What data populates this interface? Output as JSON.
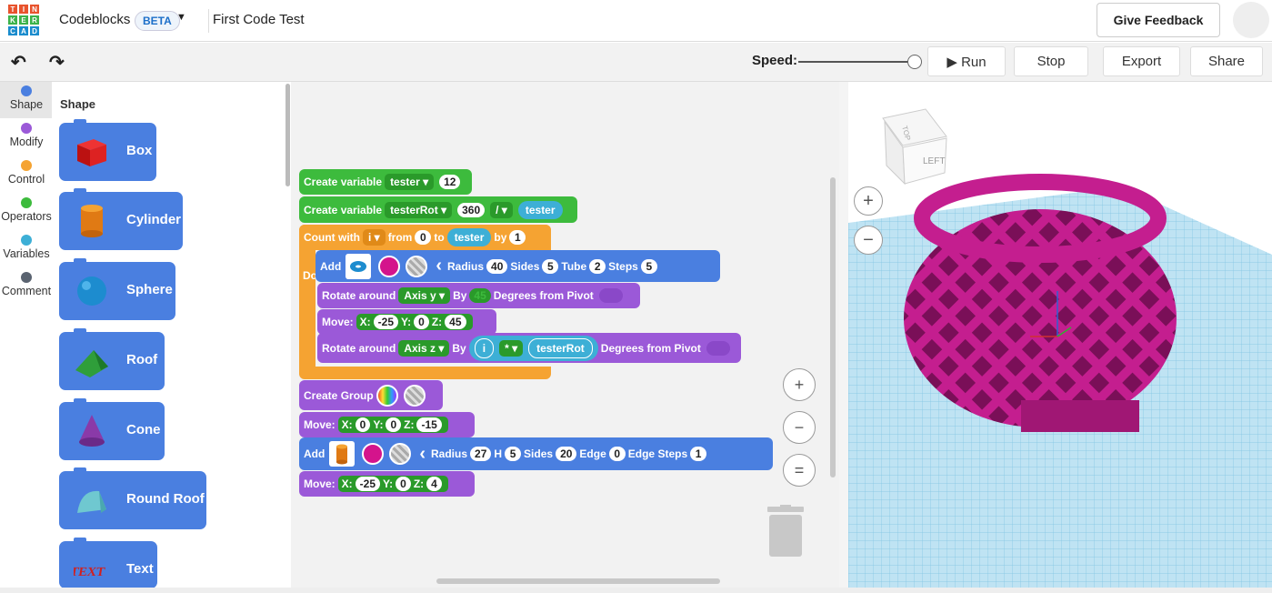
{
  "header": {
    "app_name": "Codeblocks",
    "badge": "BETA",
    "doc_title": "First Code Test",
    "feedback_label": "Give Feedback",
    "logo": [
      {
        "t": "T",
        "c": "#e8532d"
      },
      {
        "t": "I",
        "c": "#e8532d"
      },
      {
        "t": "N",
        "c": "#e8532d"
      },
      {
        "t": "K",
        "c": "#3cb34a"
      },
      {
        "t": "E",
        "c": "#3cb34a"
      },
      {
        "t": "R",
        "c": "#3cb34a"
      },
      {
        "t": "C",
        "c": "#1a8ccd"
      },
      {
        "t": "A",
        "c": "#1a8ccd"
      },
      {
        "t": "D",
        "c": "#1a8ccd"
      }
    ]
  },
  "toolbar": {
    "undo": "↶",
    "redo": "↷",
    "speed_label": "Speed:",
    "run_label": "Run",
    "stop_label": "Stop",
    "export_label": "Export",
    "share_label": "Share"
  },
  "categories": [
    {
      "label": "Shape",
      "color": "#4a7fe0"
    },
    {
      "label": "Modify",
      "color": "#9b59d8"
    },
    {
      "label": "Control",
      "color": "#f5a332"
    },
    {
      "label": "Operators",
      "color": "#3dbb3d"
    },
    {
      "label": "Variables",
      "color": "#3dafd6"
    },
    {
      "label": "Comment",
      "color": "#5a6370"
    }
  ],
  "palette": {
    "title": "Shape",
    "items": [
      {
        "label": "Box",
        "icon": "box-icon"
      },
      {
        "label": "Cylinder",
        "icon": "cylinder-icon"
      },
      {
        "label": "Sphere",
        "icon": "sphere-icon"
      },
      {
        "label": "Roof",
        "icon": "roof-icon"
      },
      {
        "label": "Cone",
        "icon": "cone-icon"
      },
      {
        "label": "Round Roof",
        "icon": "round-roof-icon"
      },
      {
        "label": "Text",
        "icon": "text-icon"
      }
    ]
  },
  "code": {
    "cv1": {
      "label": "Create variable",
      "var": "tester ▾",
      "value": "12"
    },
    "cv2": {
      "label": "Create variable",
      "var": "testerRot ▾",
      "value": "360",
      "op": "/ ▾",
      "ref": "tester"
    },
    "loop": {
      "label": "Count with",
      "var": "i ▾",
      "from": "from",
      "start": "0",
      "to": "to",
      "end": "tester",
      "by": "by",
      "step": "1",
      "do": "Do"
    },
    "add1": {
      "label": "Add",
      "radius_label": "Radius",
      "radius": "40",
      "sides_label": "Sides",
      "sides": "5",
      "tube_label": "Tube",
      "tube": "2",
      "steps_label": "Steps",
      "steps": "5"
    },
    "rot1": {
      "label": "Rotate around",
      "axis": "Axis y ▾",
      "by": "By",
      "value": "45",
      "suffix": "Degrees from Pivot"
    },
    "move1": {
      "label": "Move:",
      "x_label": "X:",
      "x": "-25",
      "y_label": "Y:",
      "y": "0",
      "z_label": "Z:",
      "z": "45"
    },
    "rot2": {
      "label": "Rotate around",
      "axis": "Axis z ▾",
      "by": "By",
      "var": "i",
      "op": "* ▾",
      "ref": "testerRot",
      "suffix": "Degrees from Pivot"
    },
    "group": {
      "label": "Create Group"
    },
    "move2": {
      "label": "Move:",
      "x_label": "X:",
      "x": "0",
      "y_label": "Y:",
      "y": "0",
      "z_label": "Z:",
      "z": "-15"
    },
    "add2": {
      "label": "Add",
      "radius_label": "Radius",
      "radius": "27",
      "h_label": "H",
      "h": "5",
      "sides_label": "Sides",
      "sides": "20",
      "edge_label": "Edge",
      "edge": "0",
      "edgesteps_label": "Edge Steps",
      "edgesteps": "1"
    },
    "move3": {
      "label": "Move:",
      "x_label": "X:",
      "x": "-25",
      "y_label": "Y:",
      "y": "0",
      "z_label": "Z:",
      "z": "4"
    }
  },
  "zoom": {
    "in": "+",
    "out": "−",
    "fit": "="
  },
  "viewer": {
    "cube_face": "LEFT",
    "cube_top": "TOP",
    "zoom_in": "+",
    "zoom_out": "−",
    "shape_color": "#c41e8f",
    "grid_color": "#a8d8ee"
  }
}
